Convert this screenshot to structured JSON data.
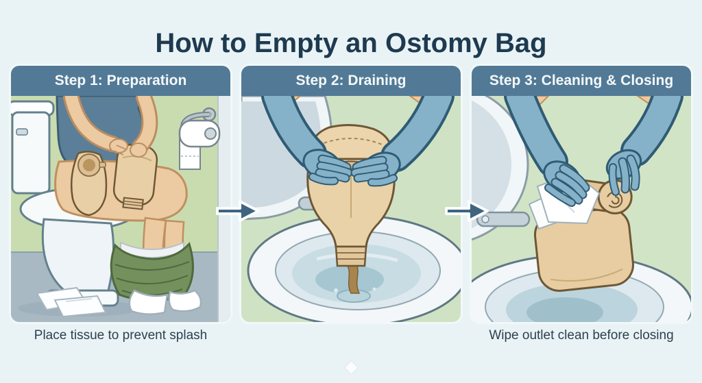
{
  "title": "How to Empty an Ostomy Bag",
  "panels": [
    {
      "header": "Step 1: Preparation",
      "caption": "Place tissue to prevent splash",
      "scene": "person-seated-on-toilet-with-ostomy-bag-on-abdomen-holding-spare-bag,-toilet-paper-on-wall,-tissues-on-floor,-pants-at-ankles"
    },
    {
      "header": "Step 2: Draining",
      "caption": "",
      "scene": "blue-gloved-hands-opening-ostomy-bag-outlet-and-draining-contents-into-toilet-bowl"
    },
    {
      "header": "Step 3: Cleaning & Closing",
      "caption": "Wipe outlet clean before closing",
      "scene": "blue-gloved-hands-wiping-ostomy-bag-outlet-with-white-tissue-and-rolling-it-closed-over-toilet"
    }
  ],
  "icons": [
    {
      "name": "right-arrow-icon",
      "between": "step-1-and-step-2"
    },
    {
      "name": "right-arrow-icon",
      "between": "step-2-and-step-3"
    },
    {
      "name": "sparkle-icon",
      "position": "bottom-center"
    }
  ],
  "colors": {
    "page_background": "#e9f3f5",
    "title_text": "#1e3a50",
    "panel_header_bg": "#527a96",
    "panel_header_text": "#f5f9fb",
    "caption_text": "#2c3f4f",
    "arrow_fill": "#3f647f",
    "arrow_outline": "#fbfdfd",
    "wall_green": "#c9dcb0",
    "floor_gray": "#a8b9c3",
    "glove_blue": "#85b2c8",
    "glove_outline": "#2f5b74",
    "ostomy_bag_tan": "#e8cfa5",
    "bag_outline": "#6d5735",
    "skin": "#eccaa2",
    "shirt_blue": "#5b7f98",
    "pants_green": "#73905d",
    "toilet_white": "#f3f7f9",
    "toilet_water": "#c7dce3",
    "drain_brown": "#a8854e"
  }
}
